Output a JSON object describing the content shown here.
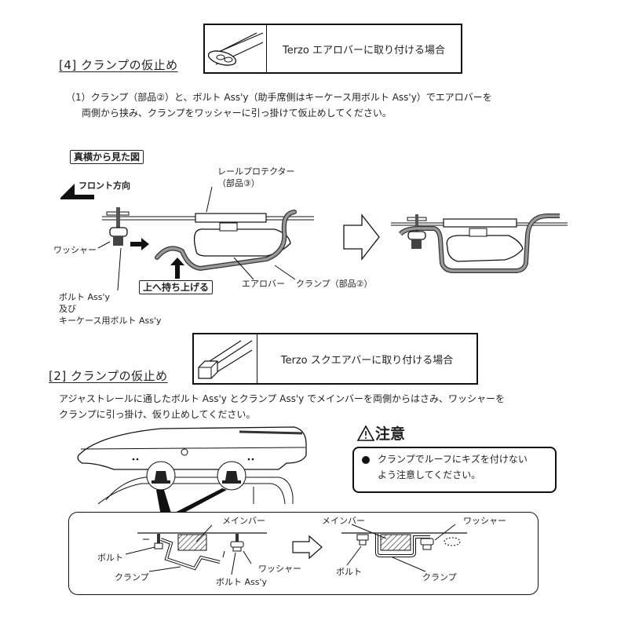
{
  "section_aero": {
    "title": "[4] クランプの仮止め",
    "header_label": "Terzo エアロバーに取り付ける場合",
    "header_icon": "aero-bar-icon",
    "instruction_lines": [
      "（1）クランプ（部品②）と、ボルト Ass'y（助手席側はキーケース用ボルト Ass'y）でエアロバーを",
      "両側から挟み、クランプをワッシャーに引っ掛けて仮止めしてください。"
    ],
    "side_view_label": "真横から見た図",
    "front_direction": "フロント方向",
    "labels": {
      "rail_protector": "レールプロテクター",
      "rail_protector_part": "（部品③）",
      "washer": "ワッシャー",
      "lift_up": "上へ持ち上げる",
      "aero_bar": "エアロバー",
      "clamp": "クランプ（部品②）",
      "bolt_line1": "ボルト Ass'y",
      "bolt_line2": "及び",
      "bolt_line3": "キーケース用ボルト Ass'y"
    }
  },
  "section_square": {
    "title": "[2] クランプの仮止め",
    "header_label": "Terzo スクエアバーに取り付ける場合",
    "header_icon": "square-bar-icon",
    "instruction_lines": [
      "アジャストレールに通したボルト Ass'y とクランプ Ass'y でメインバーを両側からはさみ、ワッシャーを",
      "クランプに引っ掛け、仮り止めしてください。"
    ],
    "caution": {
      "title": "注意",
      "icon": "warning-triangle-icon",
      "bullet_icon": "bullet-icon",
      "lines": [
        "クランプでルーフにキズを付けない",
        "よう注意してください。"
      ]
    },
    "detail_before": {
      "main_bar": "メインバー",
      "bolt": "ボルト",
      "clamp": "クランプ",
      "bolt_assy": "ボルト Ass'y",
      "washer": "ワッシャー"
    },
    "detail_after": {
      "main_bar": "メインバー",
      "washer": "ワッシャー",
      "bolt": "ボルト",
      "clamp": "クランプ"
    }
  }
}
